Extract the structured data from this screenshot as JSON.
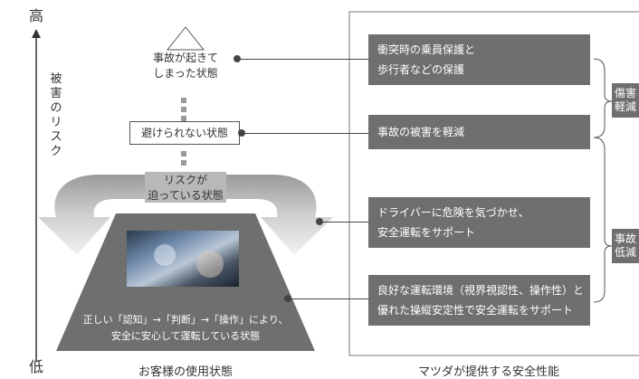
{
  "axis": {
    "high": "高",
    "low": "低",
    "title_chars": [
      "被",
      "害",
      "の",
      "リ",
      "ス",
      "ク"
    ]
  },
  "states": {
    "accident_line1": "事故が起きて",
    "accident_line2": "しまった状態",
    "unavoidable": "避けられない状態",
    "risk_line1": "リスクが",
    "risk_line2": "迫っている状態",
    "normal_line1": "正しい「認知」→「判断」→「操作」により、",
    "normal_line2": "安全に安心して運転している状態"
  },
  "panels": {
    "p1_line1": "衝突時の乗員保護と",
    "p1_line2": "歩行者などの保護",
    "p2_line1": "事故の被害を軽減",
    "p3_line1": "ドライバーに危険を気づかせ、",
    "p3_line2": "安全運転をサポート",
    "p4_line1": "良好な運転環境（視界視認性、操作性）と",
    "p4_line2": "優れた操縦安定性で安全運転をサポート"
  },
  "tags": {
    "damage_line1": "傷害",
    "damage_line2": "軽減",
    "accident_line1": "事故",
    "accident_line2": "低減"
  },
  "captions": {
    "left": "お客様の使用状態",
    "right": "マツダが提供する安全性能"
  }
}
